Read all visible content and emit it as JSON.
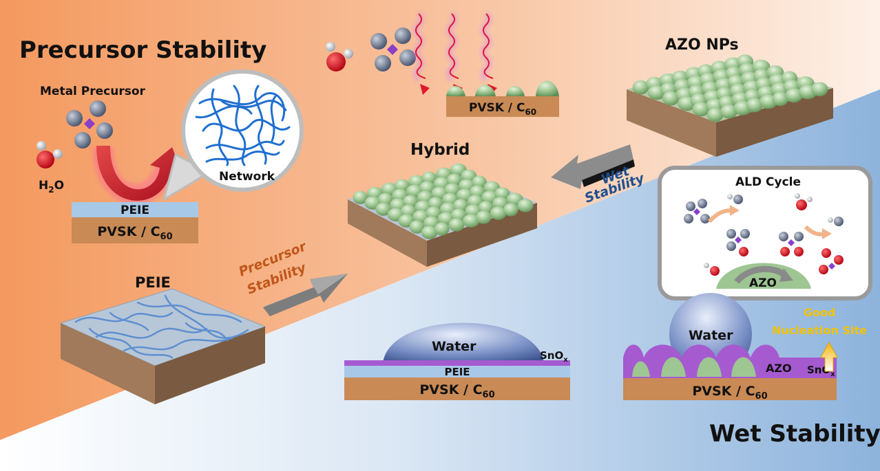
{
  "titles": {
    "precursor_stability": "Precursor Stability",
    "wet_stability": "Wet Stability"
  },
  "labels": {
    "metal_precursor": "Metal Precursor",
    "h2o_main": "H",
    "h2o_sub": "2",
    "h2o_tail": "O",
    "network": "Network",
    "peie": "PEIE",
    "pvsk": "PVSK / C",
    "c60_sub": "60",
    "peie_block": "PEIE",
    "hybrid": "Hybrid",
    "azo_nps": "AZO NPs",
    "ald_cycle": "ALD Cycle",
    "azo": "AZO",
    "water": "Water",
    "sno": "SnO",
    "x_sub": "x",
    "good": "Good",
    "nucleation_site": "Nucleation Site",
    "arrow_precursor_1": "Precursor",
    "arrow_precursor_2": "Stability",
    "arrow_wet_1": "Wet",
    "arrow_wet_2": "Stability"
  },
  "colors": {
    "orange_bg": "#f5a57a",
    "blue_bg": "#8fb5dc",
    "substrate": "#c98a55",
    "peie_layer": "#a8c8e8",
    "sno_layer": "#a65ad0",
    "green_particle": "#9ec693",
    "network": "#1f6fd0",
    "water": "#5a76b8",
    "arrow_precursor_text": "#c0561a",
    "arrow_wet_text": "#1f4f8f",
    "nucleation_text": "#f2c200"
  }
}
